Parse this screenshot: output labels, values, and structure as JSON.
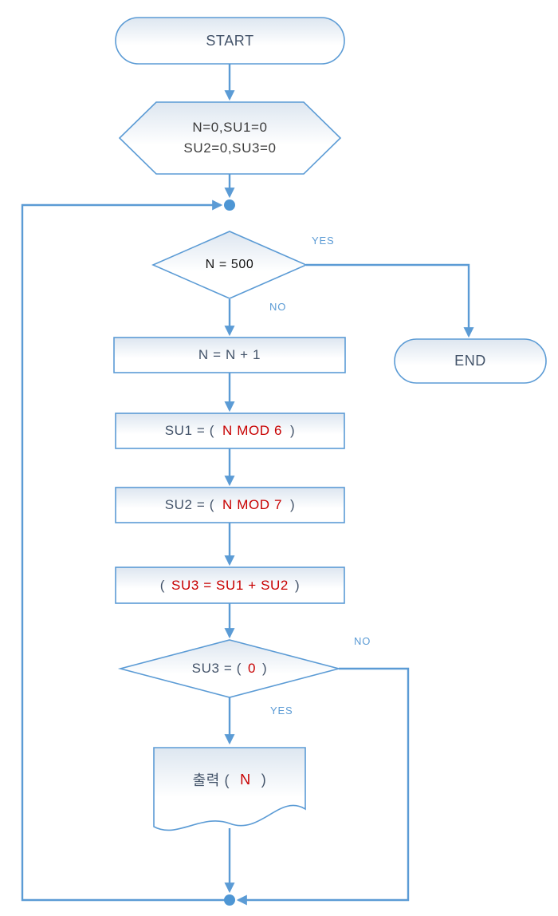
{
  "colors": {
    "line_blue": "#5B9BD5",
    "text_navy": "#44546A",
    "text_dark": "#3d3d3d",
    "highlight_red": "#C80000",
    "label_blue": "#5B9BD5"
  },
  "flowchart": {
    "start": {
      "label": "START"
    },
    "init": {
      "line1": "N=0,SU1=0",
      "line2": "SU2=0,SU3=0"
    },
    "decision_n500": {
      "label": "N = 500",
      "yes": "YES",
      "no": "NO"
    },
    "end": {
      "label": "END"
    },
    "process_increment": {
      "label": "N = N + 1"
    },
    "process_su1": {
      "prefix": "SU1 = (",
      "highlight": "N MOD 6",
      "suffix": ")"
    },
    "process_su2": {
      "prefix": "SU2 = (",
      "highlight": "N MOD 7",
      "suffix": ")"
    },
    "process_su3": {
      "prefix": "(",
      "highlight": "SU3 = SU1 + SU2",
      "suffix": ")"
    },
    "decision_su3": {
      "prefix": "SU3 = (",
      "highlight": "0",
      "suffix": ")",
      "yes": "YES",
      "no": "NO"
    },
    "output": {
      "prefix": "출력 (",
      "highlight": "N",
      "suffix": ")"
    }
  }
}
